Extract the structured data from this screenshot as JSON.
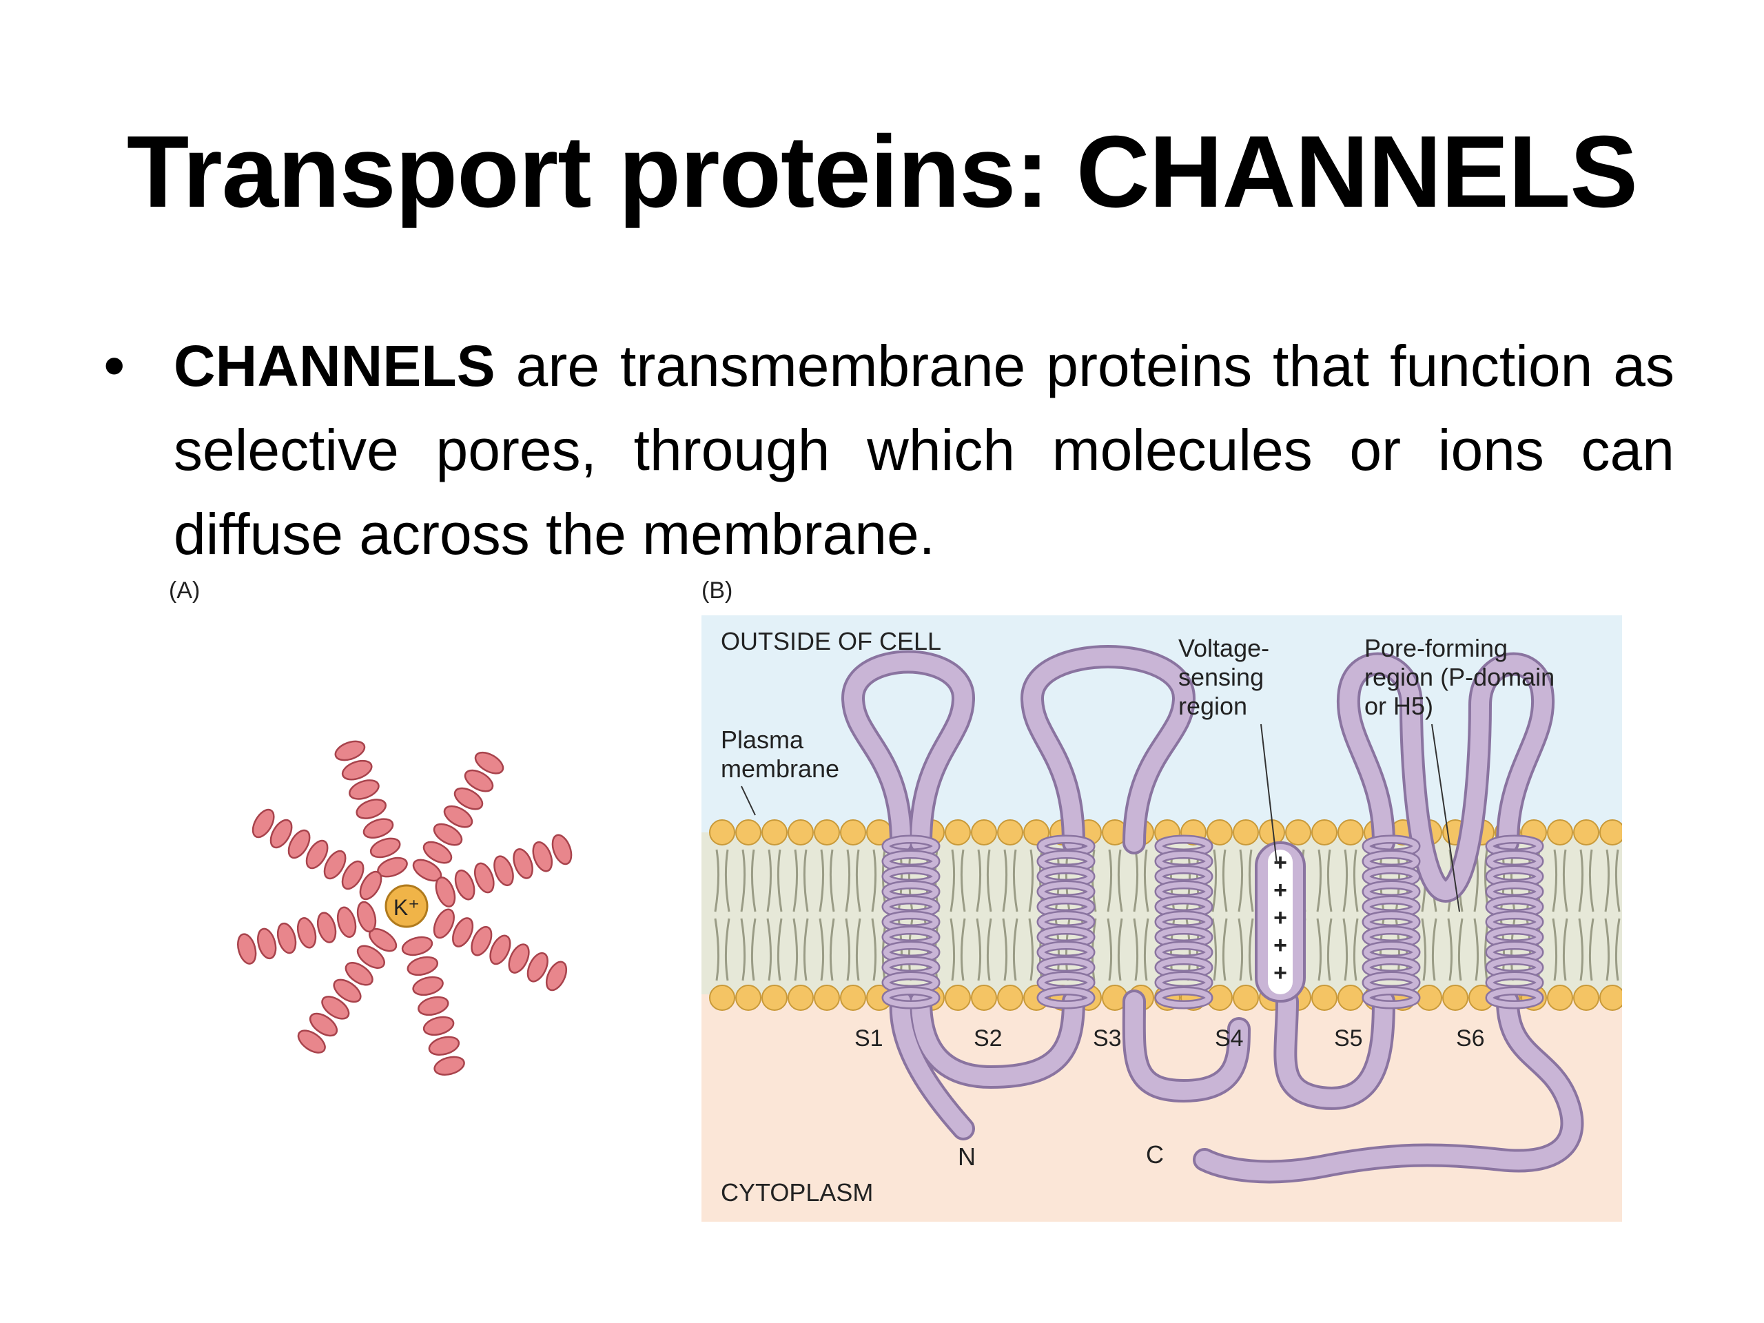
{
  "slide": {
    "title": "Transport proteins: CHANNELS",
    "bullet": {
      "term": "CHANNELS",
      "text": " are transmembrane proteins that function as selective pores, through which molecules or ions can diffuse across the membrane."
    }
  },
  "figure": {
    "panel_a": {
      "tag": "(A)",
      "ion_label": "K⁺",
      "helix_color": "#e8868c",
      "ion_color": "#f0b448"
    },
    "panel_b": {
      "tag": "(B)",
      "outside_label": "OUTSIDE OF CELL",
      "cytoplasm_label": "CYTOPLASM",
      "plasma_membrane_label": [
        "Plasma",
        "membrane"
      ],
      "voltage_label": [
        "Voltage-",
        "sensing",
        "region"
      ],
      "pore_label": [
        "Pore-forming",
        "region (P-domain",
        "or H5)"
      ],
      "segments": [
        "S1",
        "S2",
        "S3",
        "S4",
        "S5",
        "S6"
      ],
      "n_terminus": "N",
      "c_terminus": "C",
      "charges": [
        "+",
        "+",
        "+",
        "+",
        "+"
      ],
      "colors": {
        "outside": "#e3f1f8",
        "cytoplasm": "#fbe6d7",
        "lipid_head": "#f4c464",
        "membrane_core": "#e6e8d8",
        "protein": "#c9b5d6",
        "protein_outline": "#8a74a0"
      }
    }
  }
}
